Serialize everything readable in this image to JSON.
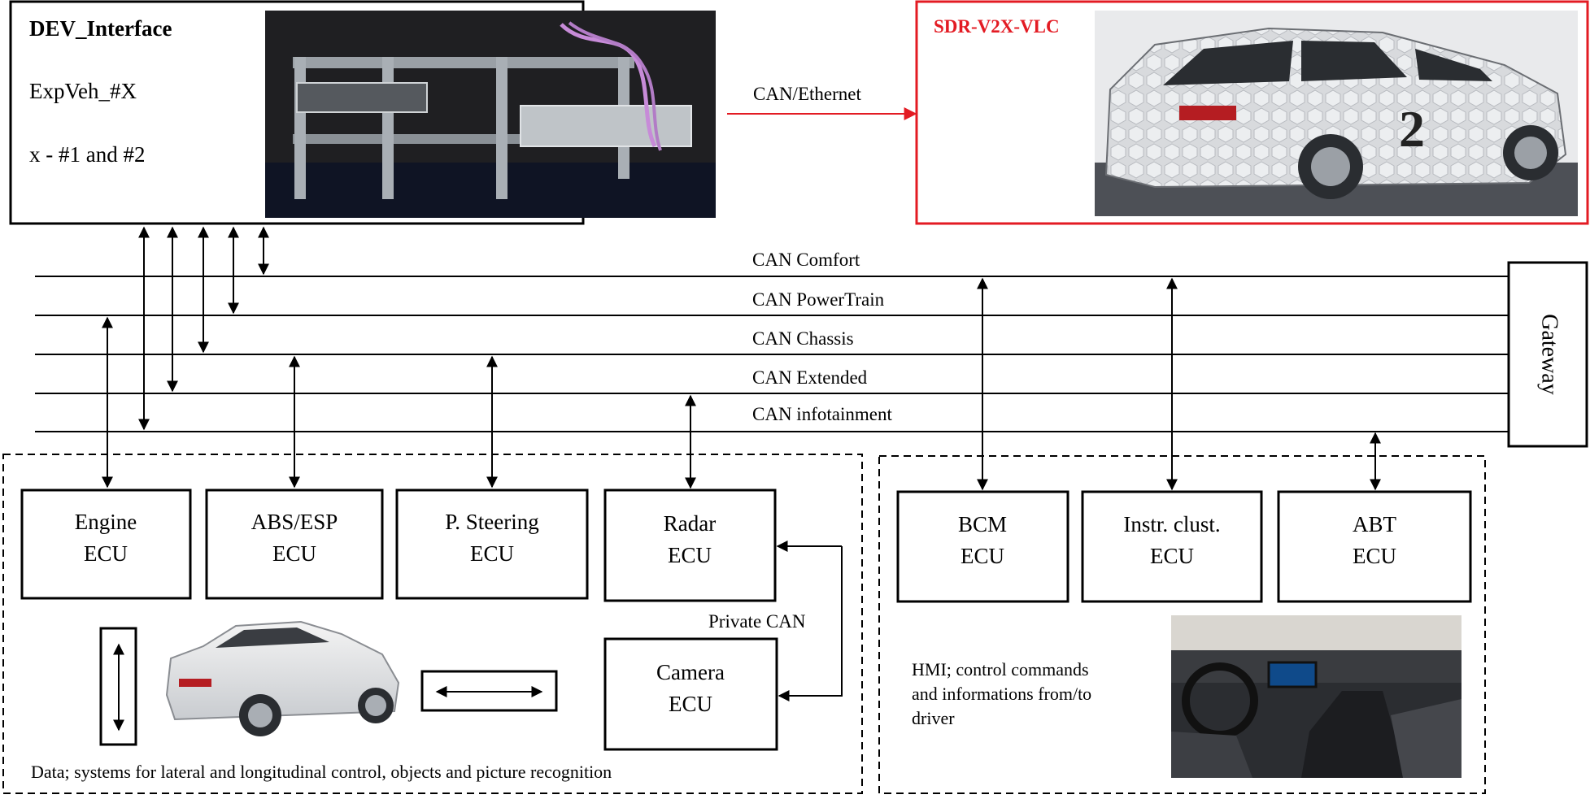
{
  "dev_interface": {
    "title": "DEV_Interface",
    "line2": "ExpVeh_#X",
    "line3": "x - #1 and #2",
    "photo": "equipment-rack-photo"
  },
  "sdr_box": {
    "title": "SDR-V2X-VLC",
    "photo": "experimental-vehicle-photo",
    "accent_color": "#e31b23"
  },
  "link_label": "CAN/Ethernet",
  "buses": [
    {
      "label": "CAN Comfort"
    },
    {
      "label": "CAN PowerTrain"
    },
    {
      "label": "CAN Chassis"
    },
    {
      "label": "CAN Extended"
    },
    {
      "label": "CAN infotainment"
    }
  ],
  "gateway_label": "Gateway",
  "ecus": [
    {
      "line1": "Engine",
      "line2": "ECU"
    },
    {
      "line1": "ABS/ESP",
      "line2": "ECU"
    },
    {
      "line1": "P. Steering",
      "line2": "ECU"
    },
    {
      "line1": "Radar",
      "line2": "ECU"
    },
    {
      "line1": "Camera",
      "line2": "ECU"
    },
    {
      "line1": "BCM",
      "line2": "ECU"
    },
    {
      "line1": "Instr. clust.",
      "line2": "ECU"
    },
    {
      "line1": "ABT",
      "line2": "ECU"
    }
  ],
  "private_can_label": "Private CAN",
  "left_group_caption": "Data; systems for lateral and longitudinal control, objects and picture recognition",
  "hmi_text": [
    "HMI; control commands",
    "and informations from/to",
    "driver"
  ],
  "photos": {
    "car_side": "white-car-photo",
    "interior": "car-interior-photo"
  }
}
